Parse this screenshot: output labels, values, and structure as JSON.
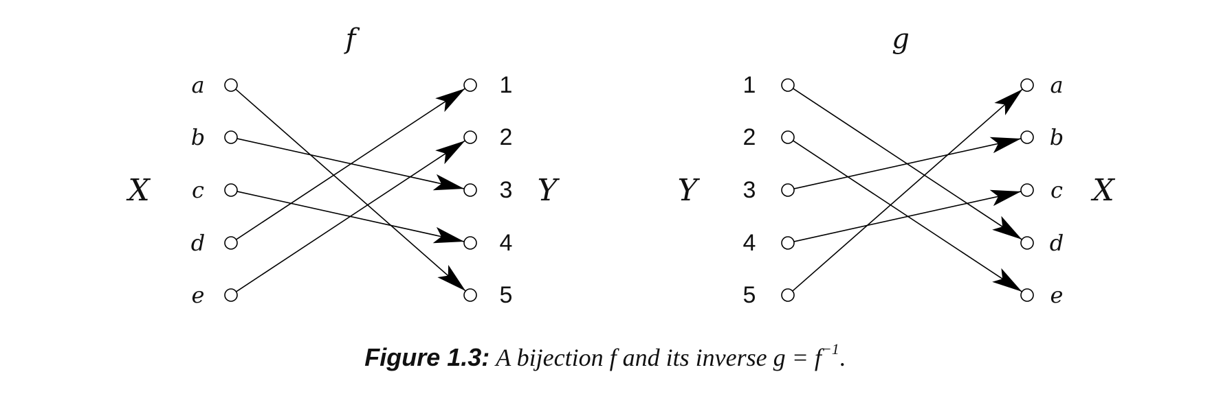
{
  "diagrams": [
    {
      "id": "f",
      "title": "f",
      "domain_set": "X",
      "codomain_set": "Y",
      "domain": [
        "a",
        "b",
        "c",
        "d",
        "e"
      ],
      "codomain": [
        "1",
        "2",
        "3",
        "4",
        "5"
      ],
      "mapping": [
        [
          "a",
          "5"
        ],
        [
          "b",
          "3"
        ],
        [
          "c",
          "4"
        ],
        [
          "d",
          "1"
        ],
        [
          "e",
          "2"
        ]
      ]
    },
    {
      "id": "g",
      "title": "g",
      "domain_set": "Y",
      "codomain_set": "X",
      "domain": [
        "1",
        "2",
        "3",
        "4",
        "5"
      ],
      "codomain": [
        "a",
        "b",
        "c",
        "d",
        "e"
      ],
      "mapping": [
        [
          "1",
          "d"
        ],
        [
          "2",
          "e"
        ],
        [
          "3",
          "b"
        ],
        [
          "4",
          "c"
        ],
        [
          "5",
          "a"
        ]
      ]
    }
  ],
  "caption": {
    "label": "Figure 1.3:",
    "text": "A bijection f and its inverse",
    "equation": "g = f",
    "superscript": "−1",
    "end": "."
  }
}
